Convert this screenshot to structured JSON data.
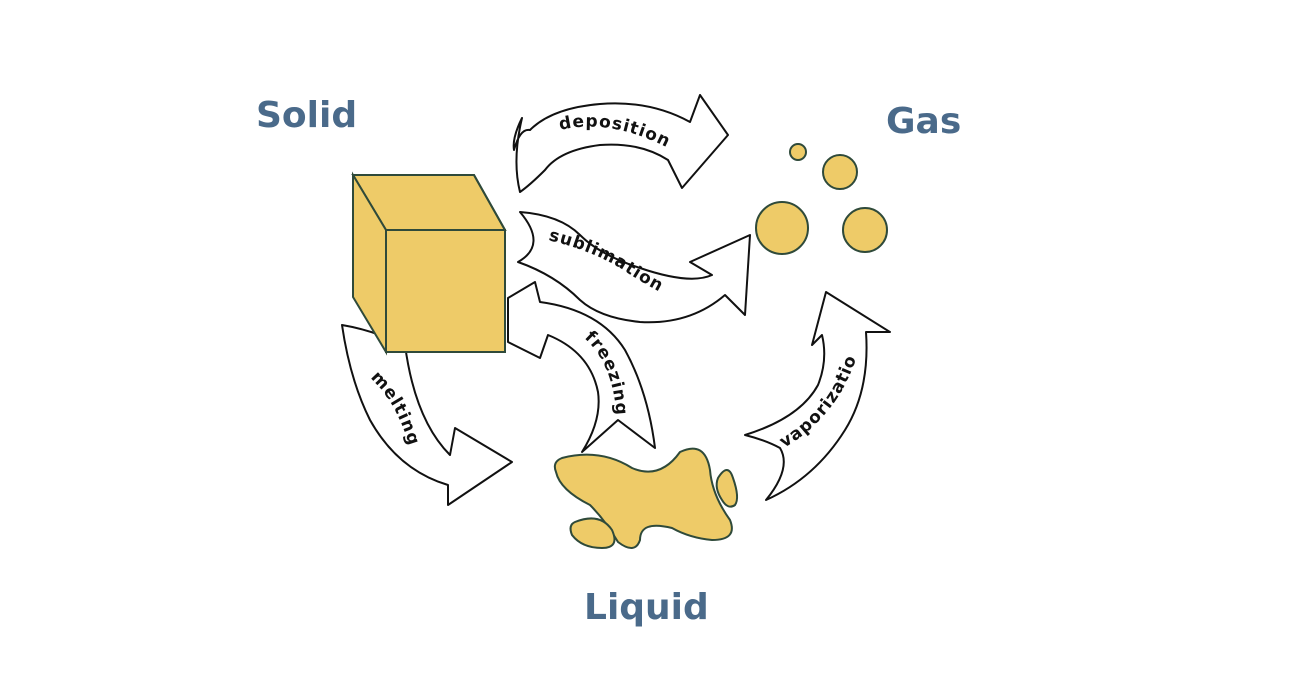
{
  "states": {
    "solid": "Solid",
    "gas": "Gas",
    "liquid": "Liquid"
  },
  "processes": {
    "deposition": "deposition",
    "sublimation": "sublimation",
    "freezing": "freezing",
    "melting": "melting",
    "vaporization": "vaporization"
  },
  "colors": {
    "label": "#4a6a8a",
    "substance_fill": "#eecb68",
    "substance_outline": "#2f4a3a",
    "arrow_outline": "#111111"
  }
}
